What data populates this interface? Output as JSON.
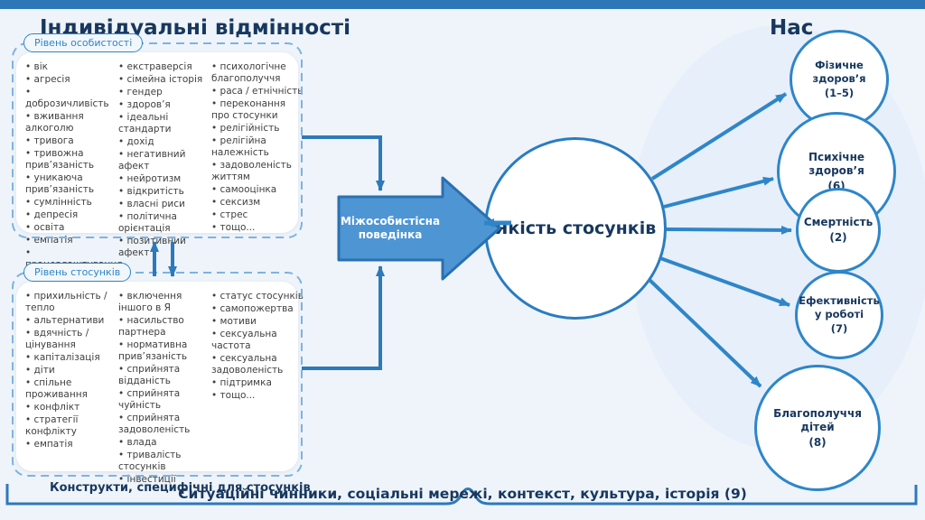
{
  "slide": {
    "title": "Індивідуальні відмінності",
    "title_right_partial": "Нас",
    "colors": {
      "top_bar": "#2d76b8",
      "background": "#eef4fa",
      "accent_blue": "#2e86c8",
      "connector_blue": "#2e79ba",
      "arrow_fill": "#4e95d4",
      "arrow_border": "#2a70b0",
      "navy_text": "#17375e",
      "bullet_text": "#3f3f3f",
      "dashed_border": "#7fb2e0"
    }
  },
  "personality_panel": {
    "label": "Рівень особистості",
    "columns": [
      [
        "вік",
        "агресія",
        "доброзичливість",
        "вживання алкоголю",
        "тривога",
        "тривожна прив’язаність",
        "уникаюча прив’язаність",
        "сумлінність",
        "депресія",
        "освіта",
        "емпатія",
        "працевлаштування"
      ],
      [
        "екстраверсія",
        "сімейна історія",
        "гендер",
        "здоров’я",
        "ідеальні стандарти",
        "дохід",
        "негативний афект",
        "нейротизм",
        "відкритість",
        "власні риси",
        "політична орієнтація",
        "позитивний афект"
      ],
      [
        "психологічне благополуччя",
        "раса / етнічність",
        "переконання про стосунки",
        "релігійність",
        "релігійна належність",
        "задоволеність життям",
        "самооцінка",
        "сексизм",
        "стрес",
        "тощо..."
      ]
    ]
  },
  "relationship_panel": {
    "label": "Рівень стосунків",
    "columns": [
      [
        "прихильність / тепло",
        "альтернативи",
        "вдячність / цінування",
        "капіталізація",
        "діти",
        "спільне проживання",
        "конфлікт",
        "стратегії конфлікту",
        "емпатія"
      ],
      [
        "включення іншого в Я",
        "насильство партнера",
        "нормативна прив’язаність",
        "сприйнята відданість",
        "сприйнята чуйність",
        "сприйнята задоволеність",
        "влада",
        "тривалість стосунків",
        "інвестиції"
      ],
      [
        "статус стосунків",
        "самопожертва",
        "мотиви",
        "сексуальна частота",
        "сексуальна задоволеність",
        "підтримка",
        "тощо..."
      ]
    ]
  },
  "behavior_box": {
    "label": "Міжособистісна поведінка"
  },
  "quality_circle": {
    "label": "Якість стосунків"
  },
  "outcomes": [
    {
      "title": "Фізичне здоров’я",
      "number": "(1–5)"
    },
    {
      "title": "Психічне здоров’я",
      "number": "(6)"
    },
    {
      "title": "Смертність",
      "number": "(2)"
    },
    {
      "title": "Ефективність у роботі",
      "number": "(7)"
    },
    {
      "title": "Благополуччя дітей",
      "number": "(8)"
    }
  ],
  "footer": {
    "construct_label": "Конструкти, специфічні для стосунків",
    "banner": "Ситуаційні чинники, соціальні мережі, контекст, культура, історія (9)"
  }
}
